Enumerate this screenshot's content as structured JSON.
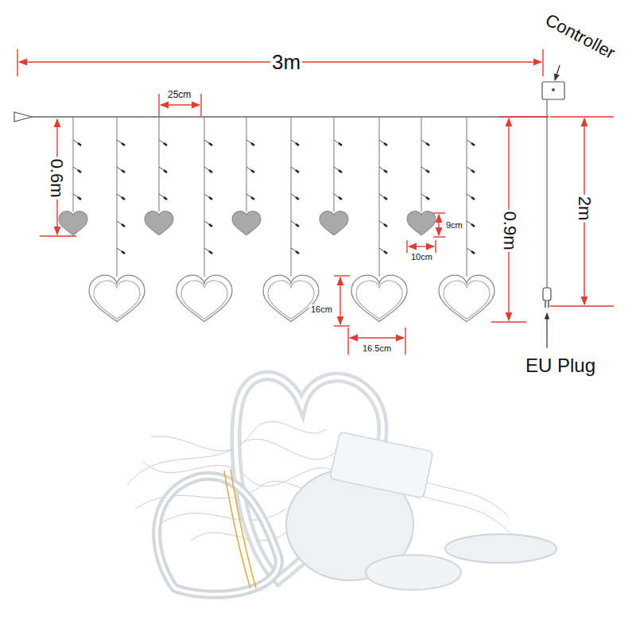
{
  "diagram": {
    "labels": [
      "3m",
      "Controller",
      "25cm",
      "0.6m",
      "9cm",
      "10cm",
      "0.9m",
      "2m",
      "16cm",
      "16.5cm",
      "EU Plug"
    ]
  }
}
